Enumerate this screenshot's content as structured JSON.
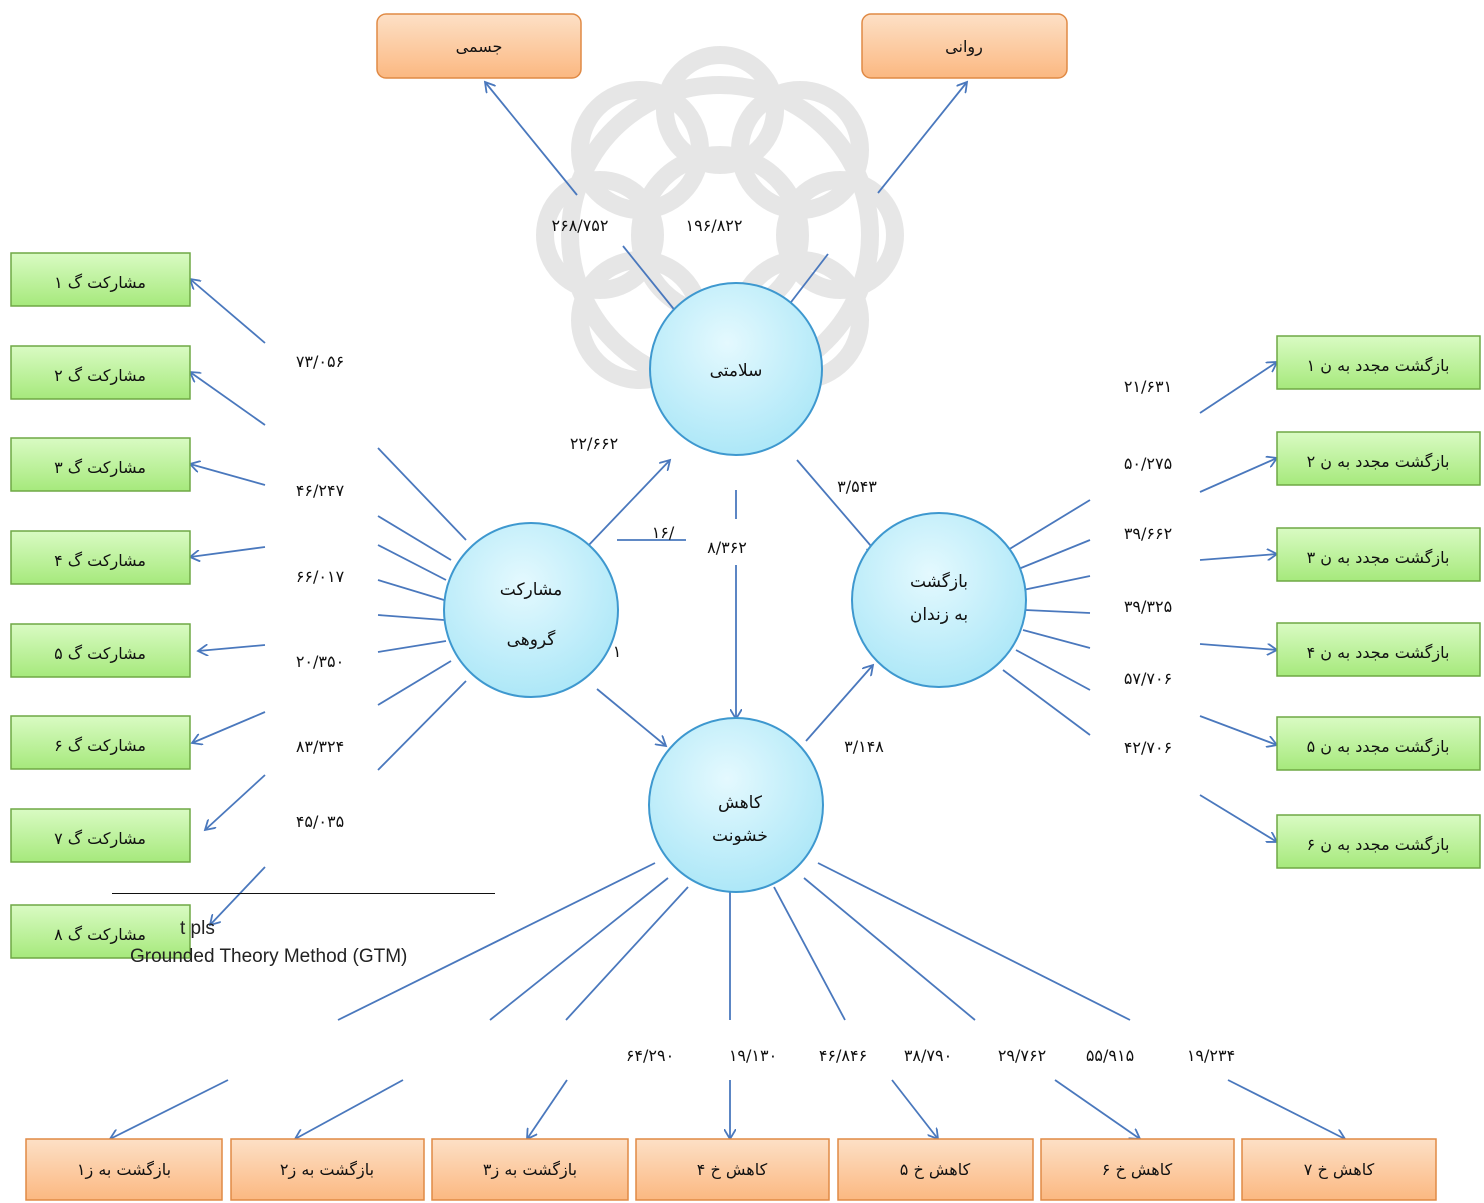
{
  "diagram": {
    "top_boxes": {
      "physical": "جسمی",
      "mental": "روانی"
    },
    "nodes": {
      "health": "سلامتی",
      "participation": [
        "مشارکت",
        "گروهی"
      ],
      "recidivism": [
        "بازگشت",
        "به زندان"
      ],
      "violence": [
        "کاهش",
        "خشونت"
      ]
    },
    "left_boxes": [
      "مشارکت گ ۱",
      "مشارکت گ ۲",
      "مشارکت گ ۳",
      "مشارکت گ ۴",
      "مشارکت گ ۵",
      "مشارکت گ ۶",
      "مشارکت گ ۷",
      "مشارکت گ ۸"
    ],
    "right_boxes": [
      "بازگشت مجدد به ن ۱",
      "بازگشت مجدد به ن ۲",
      "بازگشت مجدد به ن ۳",
      "بازگشت مجدد به ن ۴",
      "بازگشت مجدد به ن ۵",
      "بازگشت مجدد به ن ۶"
    ],
    "bottom_boxes": [
      "بازگشت به ز۱",
      "بازگشت به ز۲",
      "بازگشت به ز۳",
      "کاهش خ ۴",
      "کاهش خ ۵",
      "کاهش خ ۶",
      "کاهش خ ۷"
    ],
    "top_values": [
      "۲۶۸/۷۵۲",
      "۱۹۶/۸۲۲"
    ],
    "left_values": [
      "۷۳/۰۵۶",
      "۴۶/۲۴۷",
      "۶۶/۰۱۷",
      "۲۰/۳۵۰",
      "۸۳/۳۲۴",
      "۴۵/۰۳۵"
    ],
    "right_values": [
      "۲۱/۶۳۱",
      "۵۰/۲۷۵",
      "۳۹/۶۶۲",
      "۳۹/۳۲۵",
      "۵۷/۷۰۶",
      "۴۲/۷۰۶"
    ],
    "bottom_values": [
      "۶۴/۲۹۰",
      "۱۹/۱۳۰",
      "۴۶/۸۴۶",
      "۳۸/۷۹۰",
      "۲۹/۷۶۲",
      "۵۵/۹۱۵",
      "۱۹/۲۳۴"
    ],
    "path_values": {
      "participation_health": "۲۲/۶۶۲",
      "health_recidivism": "۳/۵۴۳",
      "participation_recidivism": "۱۶/",
      "health_violence": "۸/۳۶۲",
      "violence_recidivism": "۳/۱۴۸",
      "stray": "۱"
    }
  },
  "footnote": {
    "line1": "t pls",
    "line2": "Grounded Theory Method (GTM)"
  },
  "colors": {
    "green_fill": "#b6f090",
    "green_border": "#6fa845",
    "orange_fill": "#fcc79a",
    "orange_border": "#e08a45",
    "node_fill": "#bdeefa",
    "node_border": "#3e98cf",
    "arrow": "#4a78bd"
  }
}
